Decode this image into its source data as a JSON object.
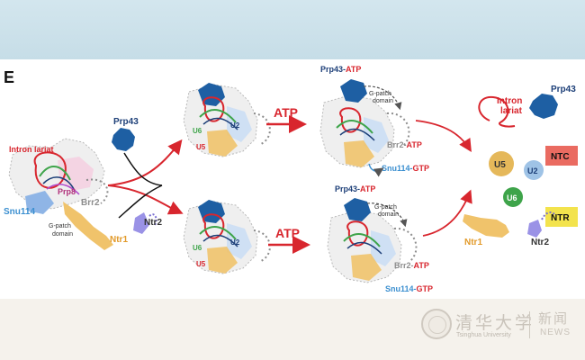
{
  "panel": {
    "letter": "E",
    "left": {
      "intron": "Intron lariat",
      "prp8": "Prp8",
      "snu114": "Snu114",
      "brr2": "Brr2",
      "gpatch": [
        "G-patch",
        "domain"
      ],
      "ntr1": "Ntr1",
      "ntr2": "Ntr2"
    },
    "mid": {
      "prp43": "Prp43",
      "u2": "U2",
      "u6": "U6",
      "u5": "U5"
    },
    "mid_bottom": {
      "u2": "U2",
      "u6": "U6",
      "u5": "U5"
    },
    "atp_top": "ATP",
    "atp_bottom": "ATP",
    "right_top": {
      "prp43": "Prp43-",
      "prp43_atp": "ATP",
      "gpatch": [
        "G-patch",
        "domain"
      ],
      "brr2": "Brr2-",
      "brr2_atp": "ATP",
      "snu114": "Snu114-",
      "snu114_gtp": "GTP"
    },
    "right_bottom": {
      "prp43": "Prp43-",
      "prp43_atp": "ATP",
      "gpatch": [
        "G-patch",
        "domain"
      ],
      "brr2": "Brr2-",
      "brr2_atp": "ATP",
      "snu114": "Snu114-",
      "snu114_gtp": "GTP"
    },
    "products": {
      "intron": [
        "Intron",
        "lariat"
      ],
      "prp43": "Prp43",
      "ntc": "NTC",
      "u5": "U5",
      "u2": "U2",
      "u6": "U6",
      "ntr": "NTR",
      "ntr1": "Ntr1",
      "ntr2": "Ntr2"
    }
  },
  "colors": {
    "band": "#c6dde7",
    "red": "#d8262e",
    "navy": "#1d3f78",
    "prp43_blue": "#1e5fa3",
    "snu114_blue": "#3b8fd0",
    "gray": "#8d8d8d",
    "u5_gold": "#e5b85a",
    "u2_blue": "#9fc3e6",
    "u6_green": "#3ea44a",
    "ntc_red": "#ea6b61",
    "ntr_yellow": "#f3e34d",
    "ntr2_purple": "#7a6fd2",
    "ntr1_gold": "#e9b65d"
  },
  "icons": [
    "tsinghua-seal-icon"
  ],
  "watermark": {
    "brand_cn": "清华大学",
    "brand_en": "Tsinghua University",
    "news_cn": "新闻",
    "news_en": "NEWS"
  }
}
